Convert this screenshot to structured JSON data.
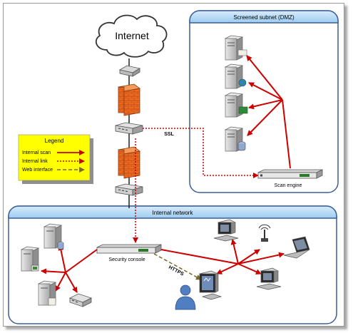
{
  "internet_label": "Internet",
  "dmz": {
    "title": "Screened subnet (DMZ)"
  },
  "internal": {
    "title": "Internal network"
  },
  "legend": {
    "title": "Legend",
    "items": [
      {
        "label": "Internal scan",
        "style": "solid"
      },
      {
        "label": "Internal link",
        "style": "dotted"
      },
      {
        "label": "Web interface",
        "style": "dashed"
      }
    ]
  },
  "links": {
    "ssl_label": "SSL",
    "https_label": "HTTPS"
  },
  "devices": {
    "scan_engine": "Scan engine",
    "security_console": "Security console"
  },
  "colors": {
    "scan_arrow": "#cc0000",
    "internal_link": "#cc0000",
    "web_interface": "#7a6a2a",
    "panel_header": "#a9d4f5",
    "panel_border": "#3a5f95",
    "legend_bg": "#ffff00",
    "firewall": "#e8621e"
  }
}
